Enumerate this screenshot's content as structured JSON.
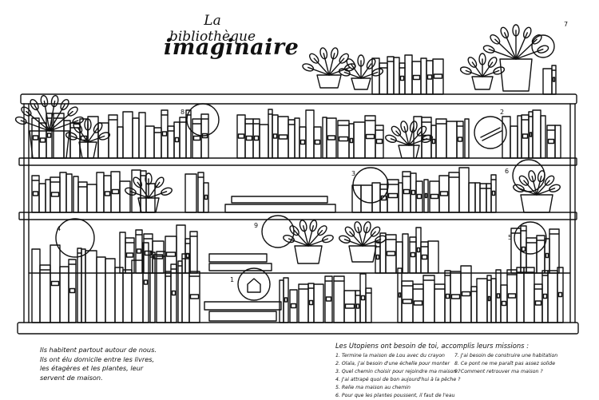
{
  "title": {
    "line1": "La bibliothèque",
    "line2": "imaginaire"
  },
  "intro": [
    "Ils habitent partout autour de nous.",
    "Ils ont élu domicile entre les livres,",
    "les étagères et les plantes, leur",
    "servent de maison."
  ],
  "quest": {
    "heading": "Les Utopiens ont besoin de toi, accomplis leurs missions :",
    "items_left": [
      "1.  Termine la maison de Lou avec du crayon",
      "2.  Olala, j'ai besoin d'une échelle pour monter",
      "3.  Quel chemin choisir pour rejoindre ma maison ?",
      "4.  J'ai attrapé quoi de bon aujourd'hui à la pêche ?",
      "5.  Relie ma maison au chemin",
      "6.  Pour que les plantes poussent, il faut de l'eau"
    ],
    "items_right": [
      "7.  J'ai besoin de construire une habitation",
      "8.  Ce pont ne me paraît pas assez solide",
      "9.  Comment retrouver ma maison ?"
    ]
  },
  "spot_numbers": [
    "1",
    "2",
    "3",
    "4",
    "5",
    "6",
    "7",
    "8",
    "9"
  ],
  "colors": {
    "ink": "#111111",
    "paper": "#ffffff"
  },
  "icons": [
    "potted-plant-icon",
    "book-icon",
    "house-icon",
    "ladder-icon",
    "magnifier-circle-icon"
  ]
}
